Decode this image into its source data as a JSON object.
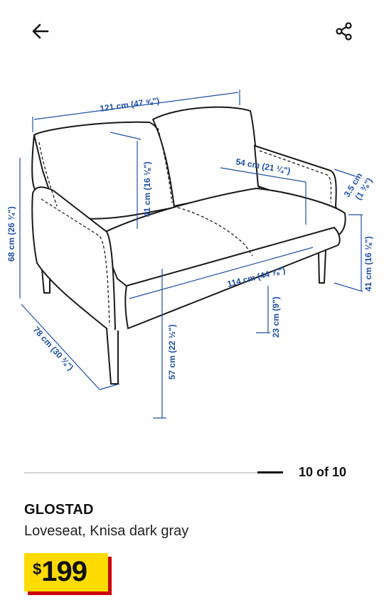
{
  "header": {
    "back_icon": "arrow-left-icon",
    "share_icon": "share-icon"
  },
  "dimensions": {
    "width": "121 cm (47 ⅝\")",
    "back_height": "41 cm (16 ⅛\")",
    "seat_depth": "54 cm (21 ¼\")",
    "arm_width": "3.5 cm",
    "arm_width_in": "(1 ⅜\")",
    "total_height": "68 cm (26 ¾\")",
    "seat_width": "114 cm (44 ⅞\")",
    "arm_height": "41 cm (16 ⅛\")",
    "leg_height": "23 cm (9\")",
    "arm_rest_height": "57 cm (22 ½\")",
    "depth": "78 cm (30 ¾\")"
  },
  "gallery": {
    "counter": "10 of 10",
    "current_fraction": 1.0
  },
  "product": {
    "name": "GLOSTAD",
    "description": "Loveseat, Knisa dark gray",
    "currency": "$",
    "price": "199"
  },
  "colors": {
    "dimension_blue": "#1f4fa3",
    "price_yellow": "#ffdb00",
    "price_red": "#cc0008"
  }
}
